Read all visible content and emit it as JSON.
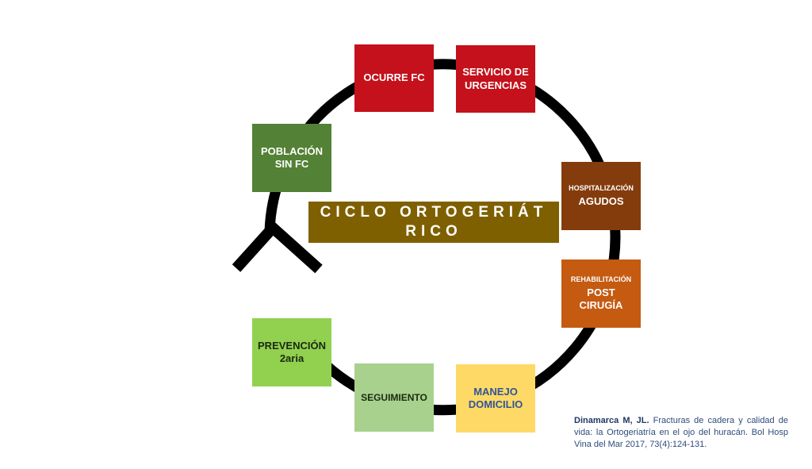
{
  "diagram": {
    "title": "CICLO ORTOGERIÁTRICO",
    "nodes": [
      {
        "id": "ocurre",
        "main": "OCURRE FC",
        "color": "#c4111b"
      },
      {
        "id": "urgencias",
        "main": "SERVICIO DE URGENCIAS",
        "color": "#c4111b"
      },
      {
        "id": "hosp",
        "small": "HOSPITALIZACIÓN",
        "main": "AGUDOS",
        "color": "#843c0c"
      },
      {
        "id": "rehab",
        "small": "REHABILITACIÓN",
        "main": "POST CIRUGÍA",
        "color": "#c55a11"
      },
      {
        "id": "manejo",
        "main": "MANEJO DOMICILIO",
        "color": "#ffd966"
      },
      {
        "id": "seguimiento",
        "main": "SEGUIMIENTO",
        "color": "#a9d18e"
      },
      {
        "id": "prevencion",
        "main": "PREVENCIÓN 2aria",
        "color": "#92d050"
      },
      {
        "id": "poblacion",
        "main": "POBLACIÓN SIN FC",
        "color": "#538135"
      }
    ],
    "title_color": "#7f6000"
  },
  "citation": {
    "author": "Dinamarca M, JL.",
    "text": "Fracturas de cadera y calidad de vida: la Ortogeriatría en el ojo del huracán. Bol Hosp Vina del Mar 2017, 73(4):124-131."
  }
}
